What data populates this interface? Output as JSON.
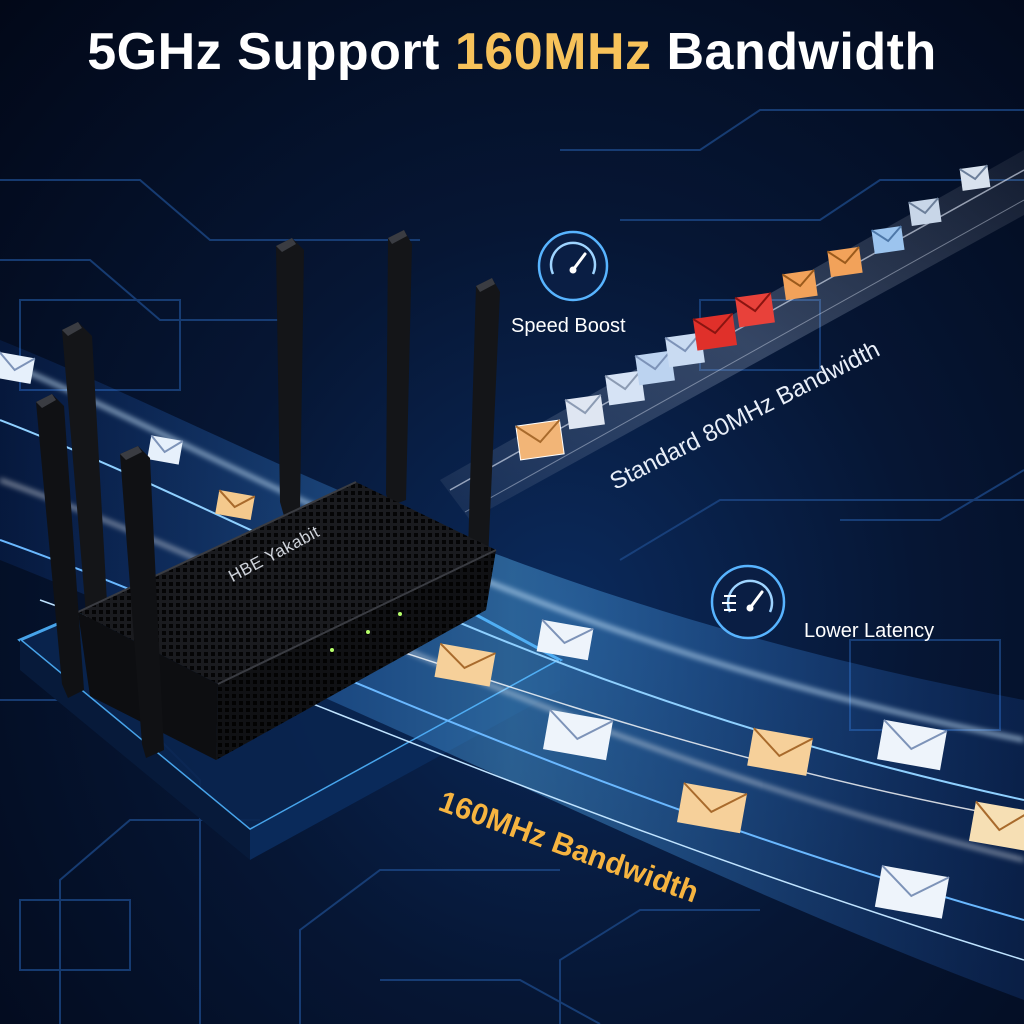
{
  "headline": {
    "part1": "5GHz Support",
    "highlight": "160MHz",
    "part2": "Bandwidth"
  },
  "features": [
    {
      "label": "Speed Boost",
      "icon": "speedometer-icon"
    },
    {
      "label": "Lower Latency",
      "icon": "fast-gauge-icon"
    }
  ],
  "bands": {
    "standard": "Standard 80MHz Bandwidth",
    "wide": "160MHz Bandwidth"
  },
  "product": {
    "brand": "HBE Yakabit"
  },
  "colors": {
    "accent": "#f7c25a",
    "wide_band_label": "#f6b440",
    "glow_blue": "#3aa6ff",
    "packet_red": "#e0302a",
    "packet_orange": "#f2a25a",
    "packet_blue": "#9cc4ee"
  }
}
